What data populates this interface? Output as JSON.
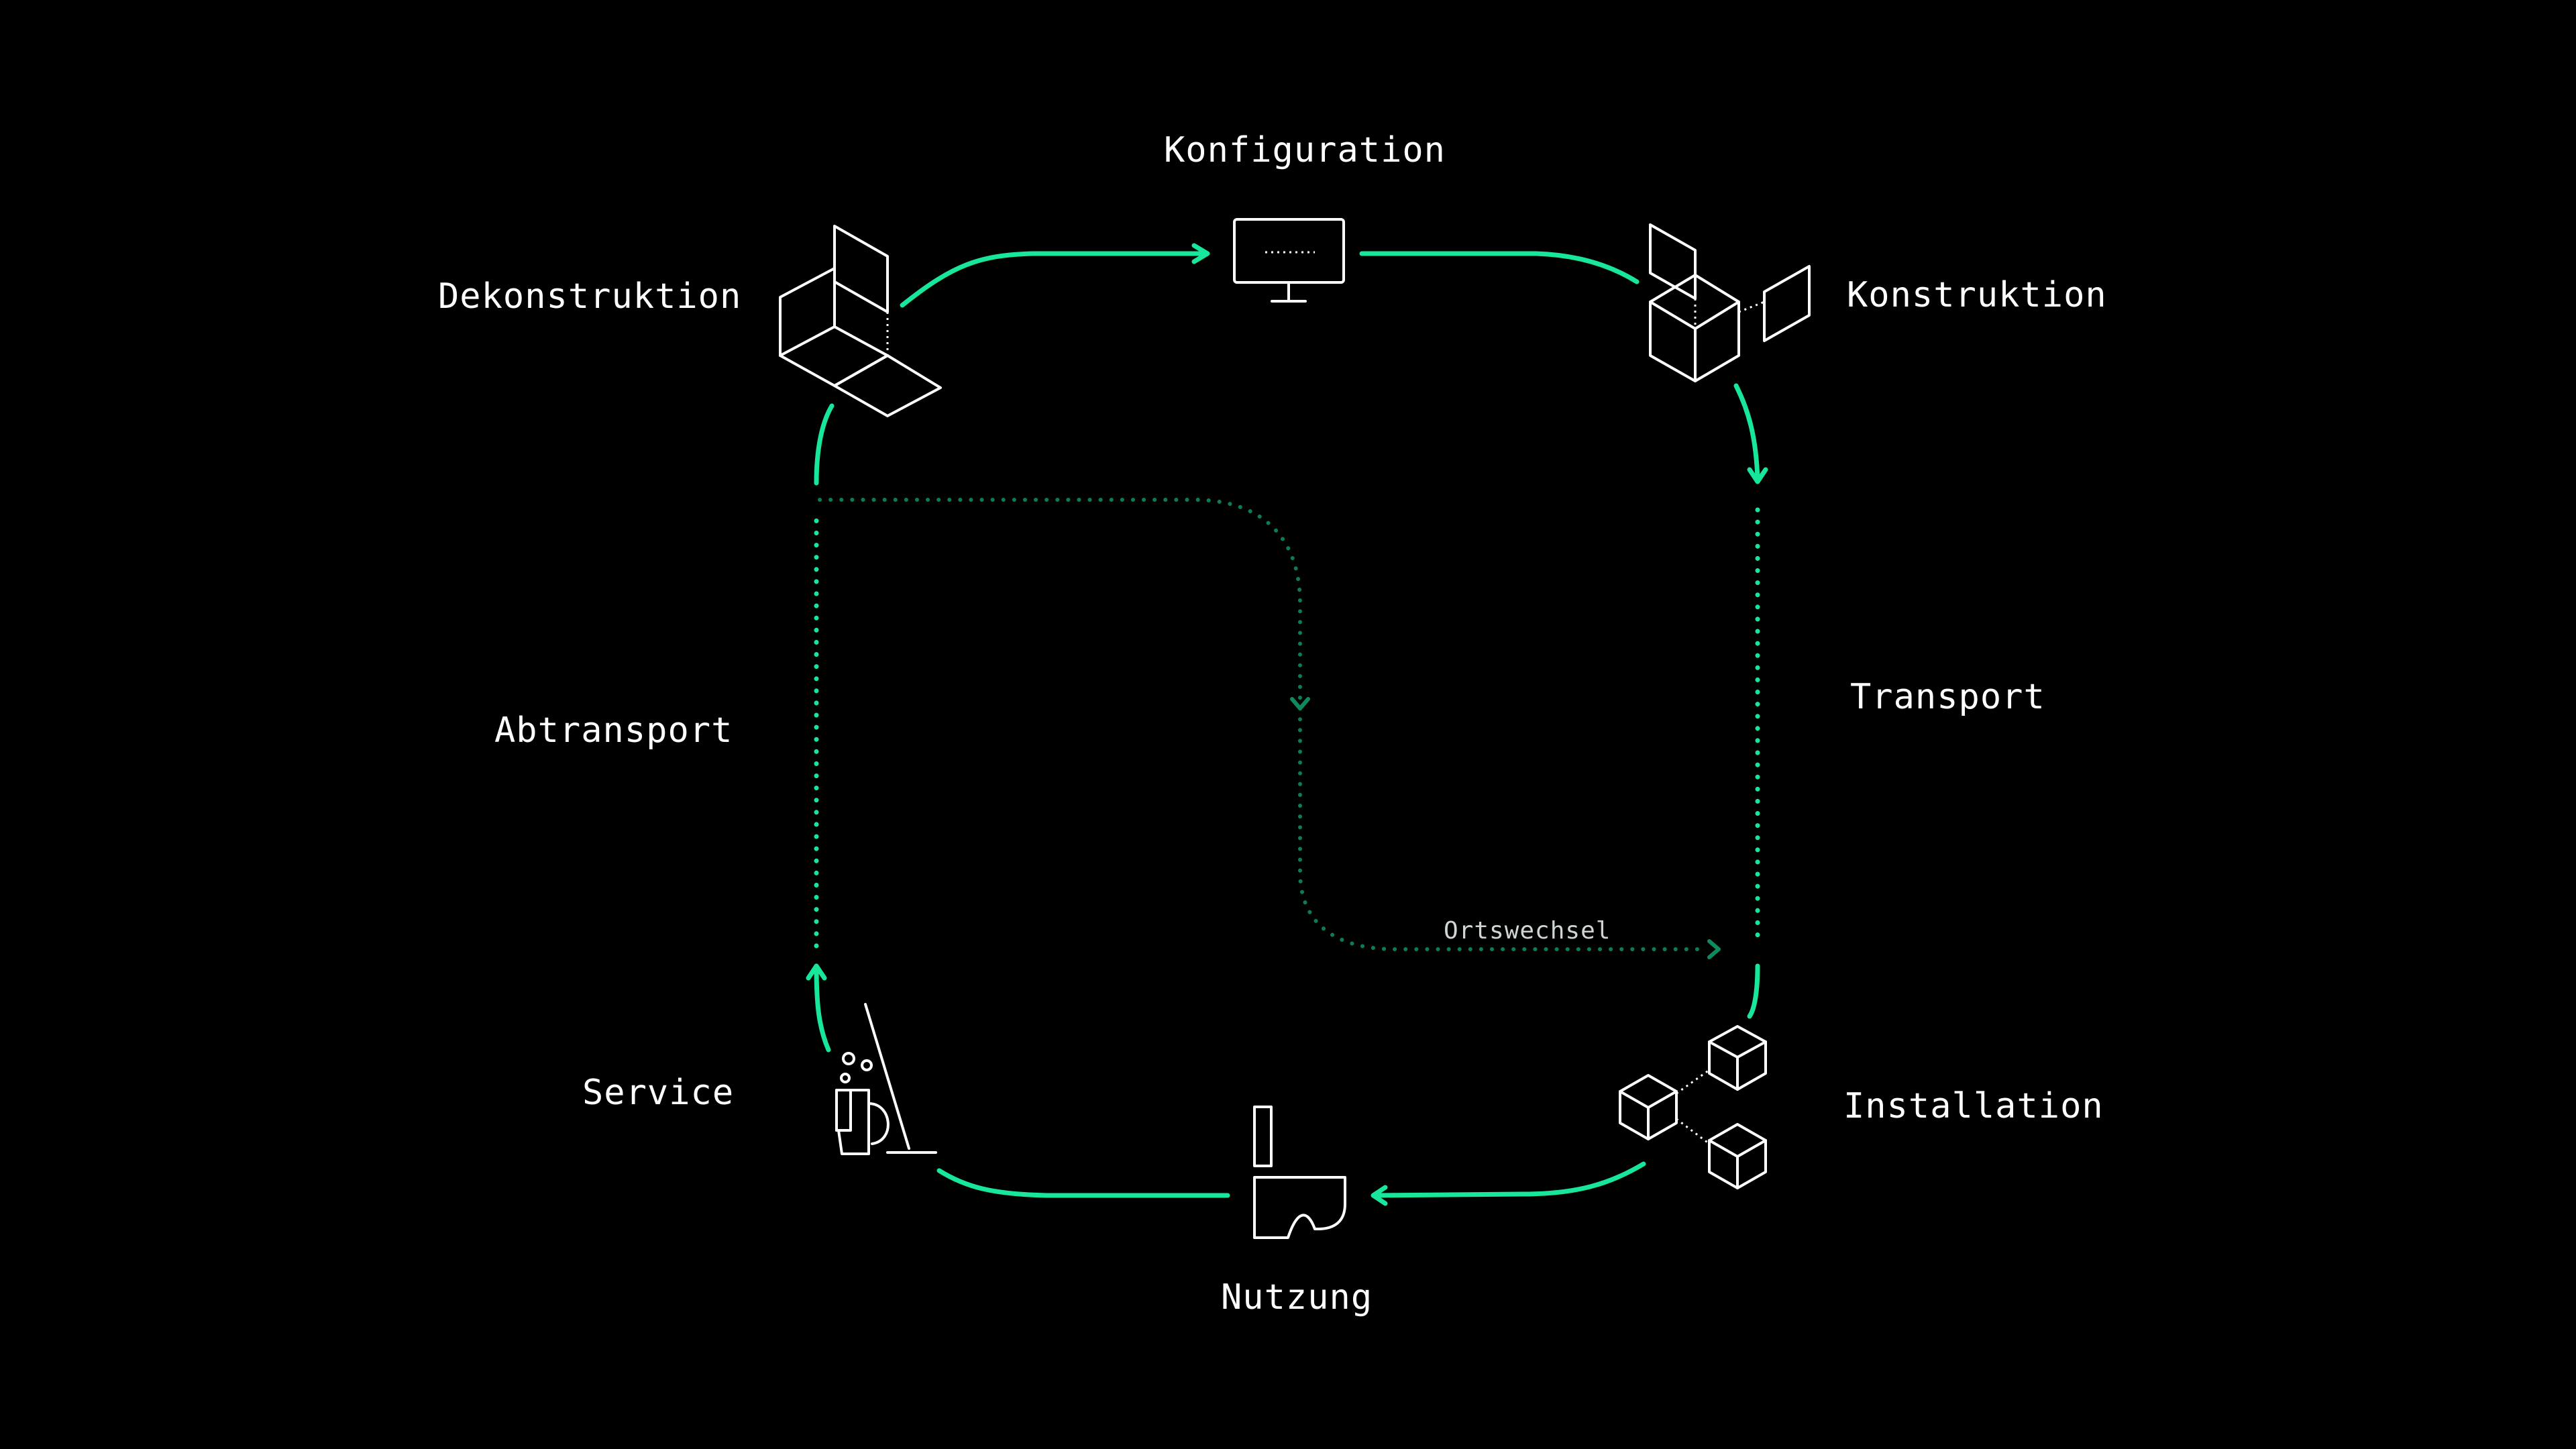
{
  "stages": {
    "konfiguration": "Konfiguration",
    "konstruktion": "Konstruktion",
    "transport": "Transport",
    "installation": "Installation",
    "nutzung": "Nutzung",
    "service": "Service",
    "abtransport": "Abtransport",
    "dekonstruktion": "Dekonstruktion"
  },
  "shortcut": {
    "label": "Ortswechsel"
  },
  "icons": {
    "konfiguration": "monitor-icon",
    "konstruktion": "assembling-box-icon",
    "installation": "connected-cubes-icon",
    "nutzung": "wall-toilet-icon",
    "service": "cleaning-bucket-mop-icon",
    "dekonstruktion": "disassembling-box-icon"
  },
  "colors": {
    "background": "#000000",
    "accent": "#18e69a",
    "accent_dim": "#0f8a5c",
    "text": "#ffffff"
  }
}
